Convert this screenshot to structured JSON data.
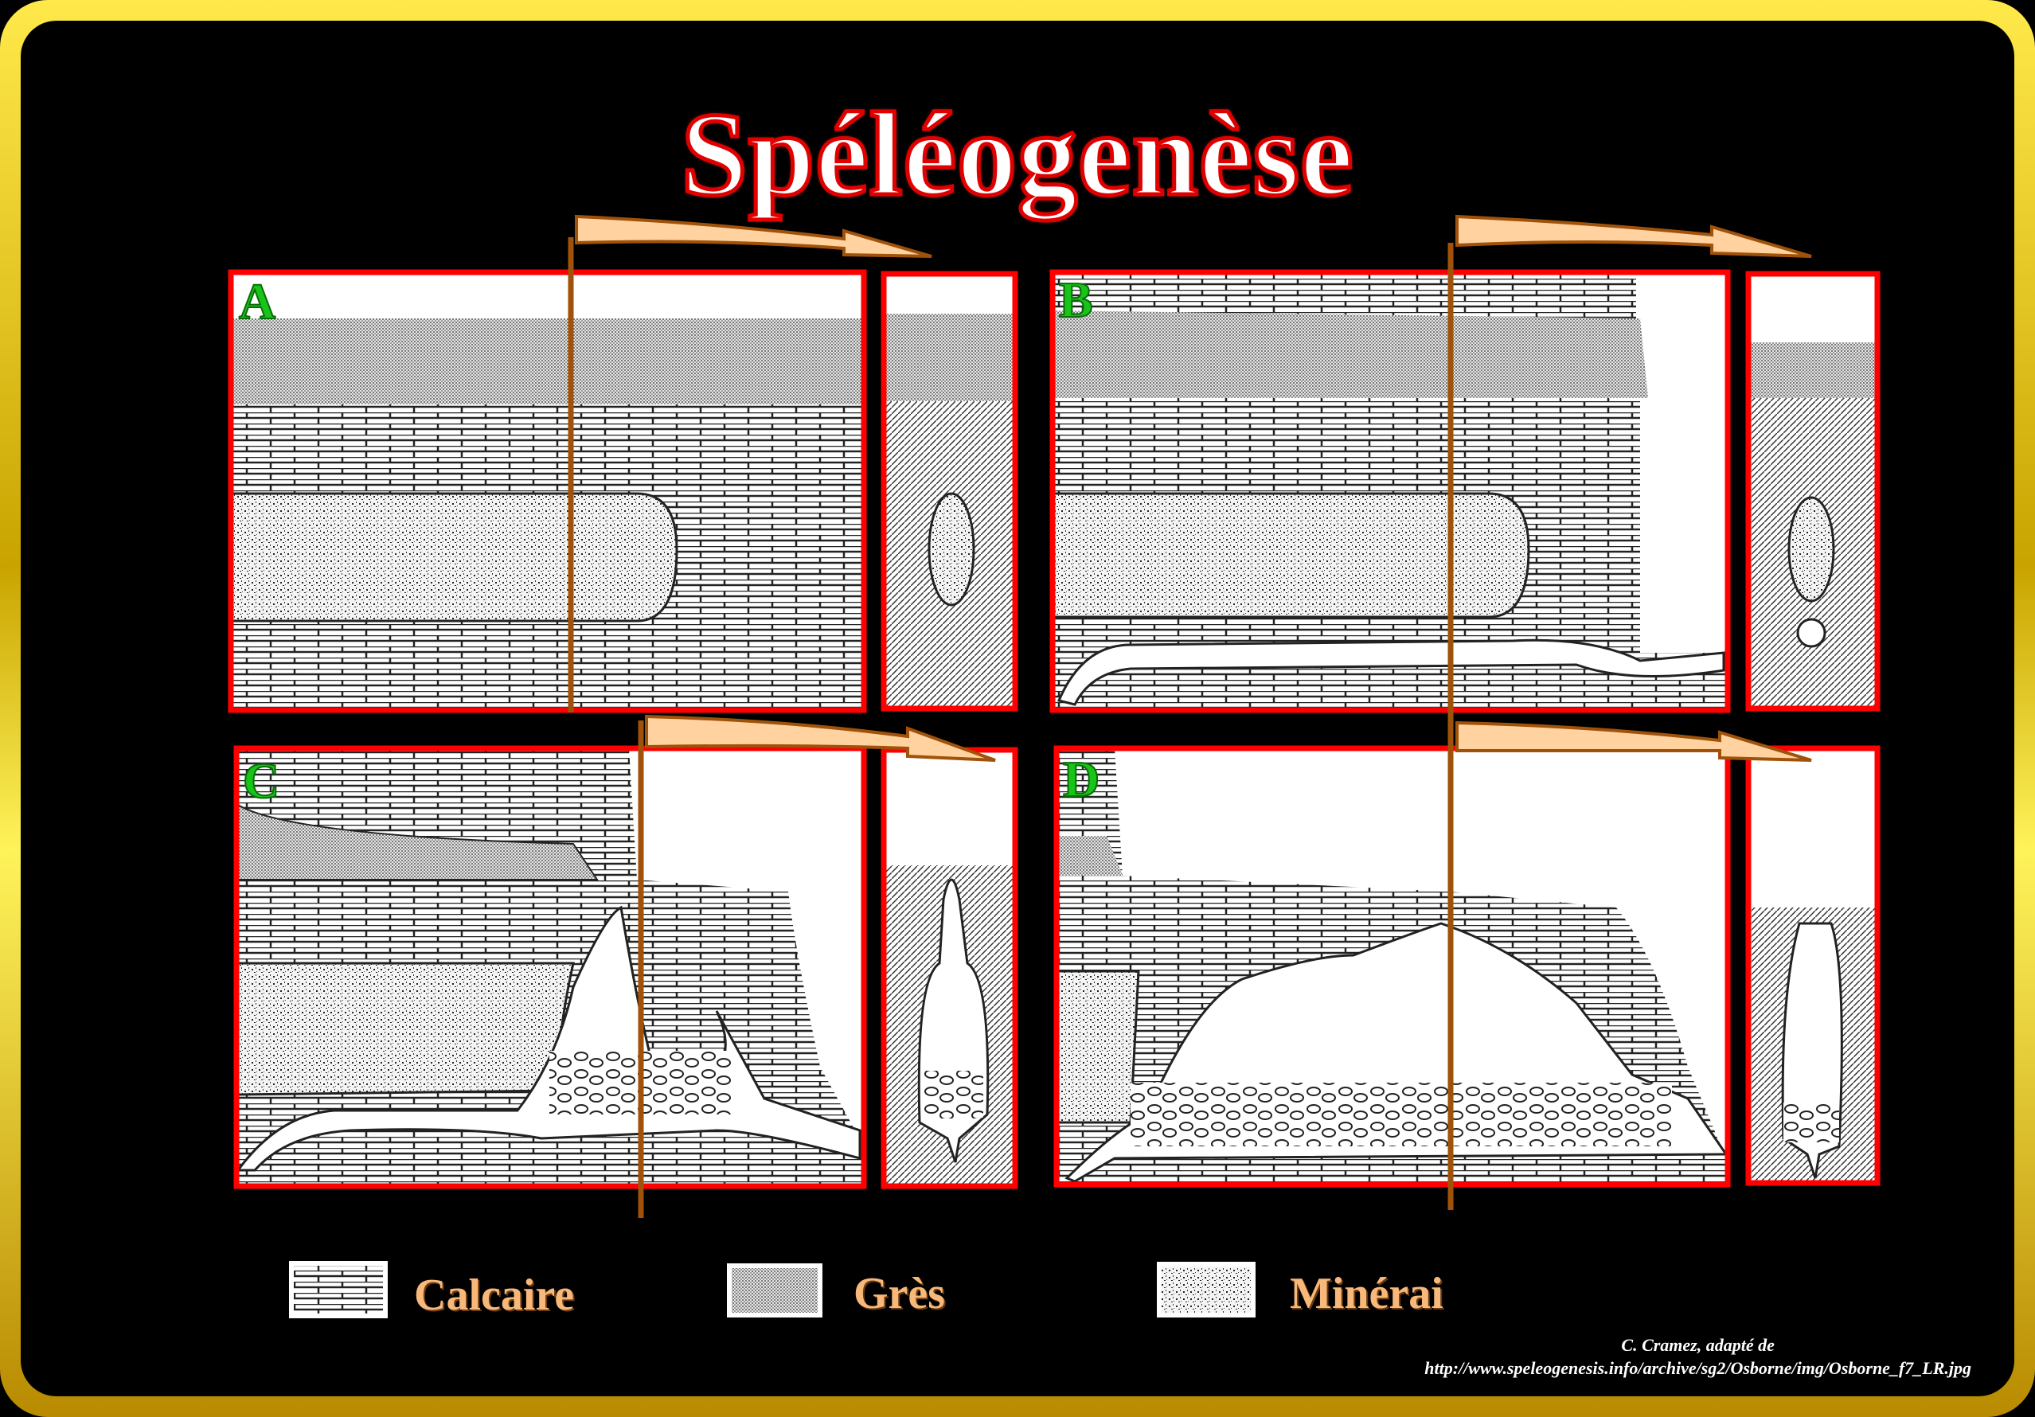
{
  "title": "Spéléogenèse",
  "panels": [
    {
      "label": "A"
    },
    {
      "label": "B"
    },
    {
      "label": "C"
    },
    {
      "label": "D"
    }
  ],
  "legend": [
    {
      "label": "Calcaire",
      "pattern": "brick"
    },
    {
      "label": "Grès",
      "pattern": "fine-dots"
    },
    {
      "label": "Minérai",
      "pattern": "coarse-speckle"
    }
  ],
  "credit": {
    "line1": "C. Cramez, adapté de",
    "line2": "http://www.speleogenesis.info/archive/sg2/Osborne/img/Osborne_f7_LR.jpg"
  },
  "colors": {
    "frame": "#e8c800",
    "panel_border": "#ff0000",
    "arrow": "#a0520a",
    "arrow_fill": "#ffd2a0",
    "label_green": "#19c419",
    "title_outline": "#e00000"
  }
}
